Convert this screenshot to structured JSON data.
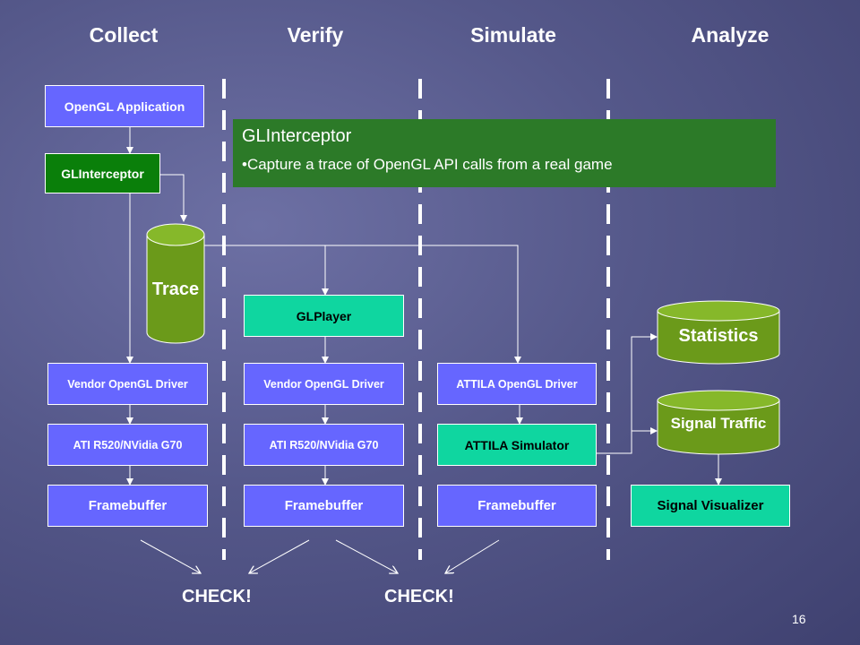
{
  "columns": [
    "Collect",
    "Verify",
    "Simulate",
    "Analyze"
  ],
  "boxes": {
    "opengl_app": "OpenGL Application",
    "glinterceptor": "GLInterceptor",
    "glplayer": "GLPlayer",
    "vendor_driver_1": "Vendor OpenGL Driver",
    "vendor_driver_2": "Vendor OpenGL Driver",
    "attila_driver": "ATTILA OpenGL Driver",
    "gpu_1": "ATI R520/NVidia G70",
    "gpu_2": "ATI R520/NVidia G70",
    "attila_sim": "ATTILA Simulator",
    "framebuffer_1": "Framebuffer",
    "framebuffer_2": "Framebuffer",
    "framebuffer_3": "Framebuffer",
    "signal_visualizer": "Signal Visualizer"
  },
  "cylinders": {
    "trace": "Trace",
    "statistics": "Statistics",
    "signal_traffic": "Signal Traffic"
  },
  "callout": {
    "title": "GLInterceptor",
    "bullet": "•Capture a trace of OpenGL API calls from a real game"
  },
  "checks": [
    "CHECK!",
    "CHECK!"
  ],
  "page_number": "16",
  "colors": {
    "blue_box": "#6666ff",
    "green_box": "#0a7f0a",
    "teal_box": "#0fd6a0",
    "olive_cylinder": "#6b9a1a",
    "background": "#55588a"
  }
}
